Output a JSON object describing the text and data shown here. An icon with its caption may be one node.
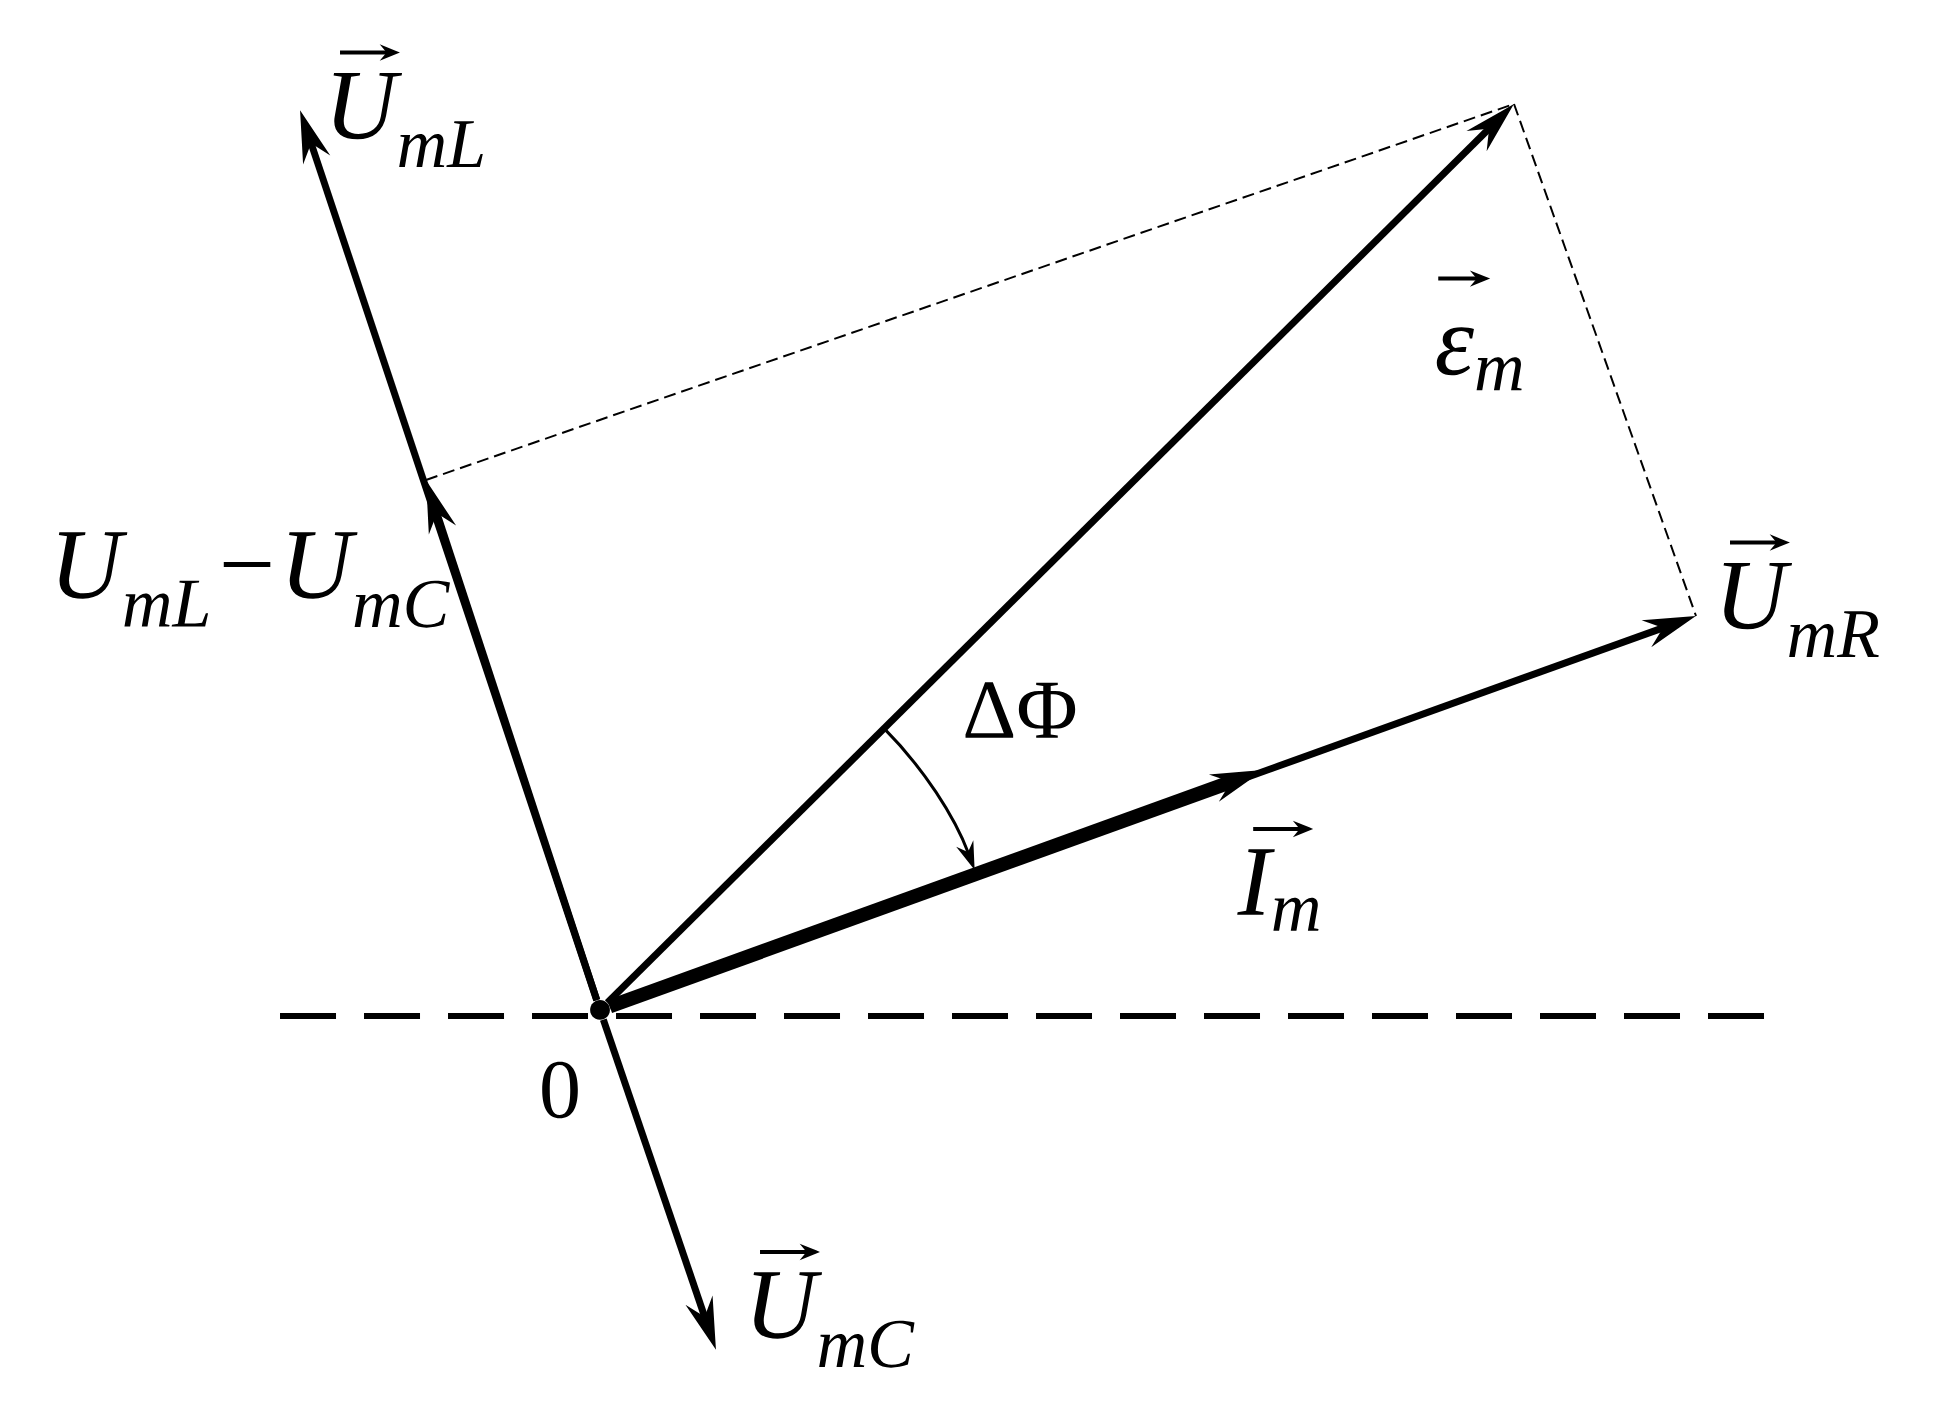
{
  "diagram": {
    "nodes": [
      {
        "text": [],
        "shape": "circle"
      },
      {
        "text": [
          "U$_{mL}$"
        ]
      },
      {
        "text": [
          "U$_{mL}$−U$_{mC}$"
        ]
      },
      {
        "text": [
          "ε$_{m}$"
        ]
      },
      {
        "text": [
          "U$_{mR}$"
        ]
      },
      {
        "text": [
          "I$_{m}$"
        ]
      },
      {
        "text": [
          "U$_{mC}$"
        ]
      }
    ],
    "edges": [
      {
        "from": 0,
        "to": 1,
        "arrow": "to"
      },
      {
        "from": 0,
        "to": 2,
        "arrow": "to"
      },
      {
        "from": 0,
        "to": 3,
        "arrow": "to"
      },
      {
        "from": 0,
        "to": 4,
        "arrow": "to"
      },
      {
        "from": 0,
        "to": 5,
        "arrow": "to",
        "style": "thick"
      },
      {
        "from": 0,
        "to": 6,
        "arrow": "to"
      }
    ],
    "labels": [
      "ΔΦ",
      "0"
    ]
  }
}
